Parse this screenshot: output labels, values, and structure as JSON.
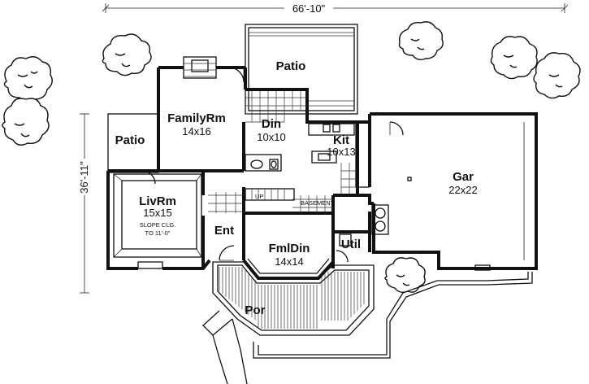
{
  "dimensions": {
    "overall_width": "66'-10\"",
    "overall_depth": "36'-11\""
  },
  "rooms": {
    "patio_top": {
      "name": "Patio"
    },
    "patio_left": {
      "name": "Patio"
    },
    "family": {
      "name": "FamilyRm",
      "size": "14x16"
    },
    "dining": {
      "name": "Din",
      "size": "10x10"
    },
    "kitchen": {
      "name": "Kit",
      "size": "10x13"
    },
    "garage": {
      "name": "Gar",
      "size": "22x22"
    },
    "living": {
      "name": "LivRm",
      "size": "15x15",
      "note_line1": "SLOPE CLG.",
      "note_line2": "TO 11'-0\""
    },
    "entry": {
      "name": "Ent"
    },
    "formal_dining": {
      "name": "FmlDin",
      "size": "14x14"
    },
    "utility": {
      "name": "Util"
    },
    "porch": {
      "name": "Por"
    }
  },
  "stairs": {
    "up_label": "UP",
    "basement_label": "BASEMENT"
  }
}
